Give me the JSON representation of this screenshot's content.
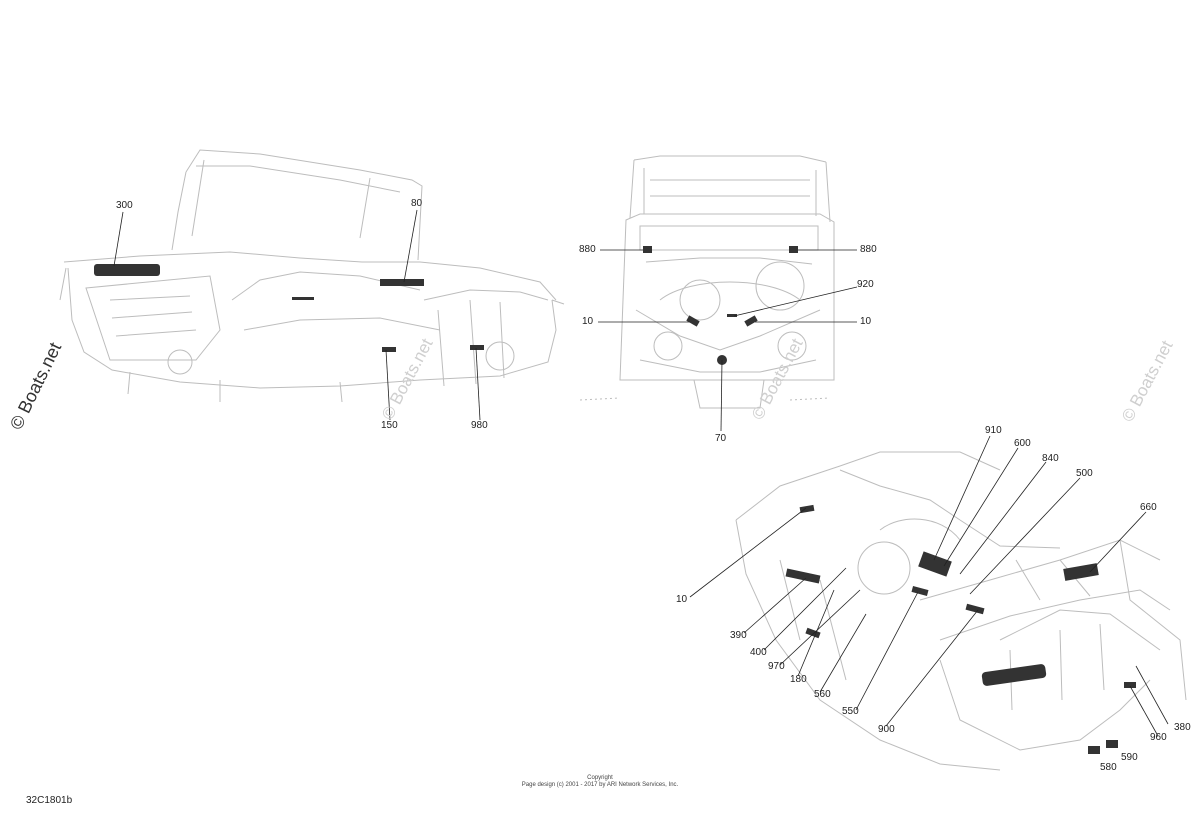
{
  "diagram_code": "32C1801b",
  "footer": {
    "copyright_label": "Copyright",
    "page_design": "Page design (c) 2001 - 2017 by ARI Network Services, Inc."
  },
  "watermark": "© Boats.net",
  "views": {
    "side": {
      "callouts": [
        "300",
        "80",
        "150",
        "980"
      ]
    },
    "front": {
      "callouts": [
        "880",
        "880",
        "920",
        "10",
        "10",
        "70"
      ]
    },
    "rear": {
      "callouts": [
        "910",
        "600",
        "840",
        "500",
        "660",
        "10",
        "390",
        "400",
        "970",
        "180",
        "560",
        "550",
        "900",
        "380",
        "960",
        "580",
        "590"
      ]
    }
  },
  "colors": {
    "line": "#bdbdbd",
    "decal": "#333333",
    "text": "#222222",
    "watermark": "#cfcfcf"
  }
}
